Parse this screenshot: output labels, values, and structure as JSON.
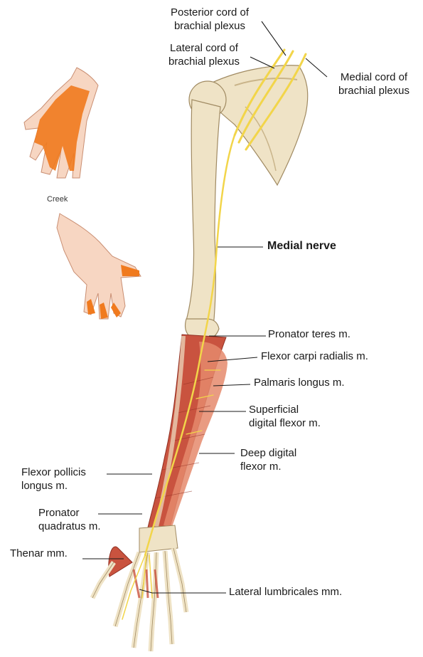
{
  "labels": {
    "posterior_cord": [
      "Posterior cord of",
      "brachial plexus"
    ],
    "lateral_cord": [
      "Lateral cord of",
      "brachial plexus"
    ],
    "medial_cord": [
      "Medial cord of",
      "brachial plexus"
    ],
    "medial_nerve": "Medial nerve",
    "pronator_teres": "Pronator teres m.",
    "flexor_carpi_radialis": "Flexor carpi radialis m.",
    "palmaris_longus": "Palmaris longus m.",
    "superficial_digital_flexor": [
      "Superficial",
      "digital flexor m."
    ],
    "deep_digital_flexor": [
      "Deep digital",
      "flexor m."
    ],
    "flexor_pollicis_longus": [
      "Flexor pollicis",
      "longus m."
    ],
    "pronator_quadratus": [
      "Pronator",
      "quadratus m."
    ],
    "thenar": "Thenar mm.",
    "lateral_lumbricales": "Lateral lumbricales mm.",
    "artist_signature": "Creek"
  },
  "colors": {
    "bone": "#efe3c6",
    "bone_shadow": "#c9b48a",
    "muscle": "#c9533f",
    "muscle_light": "#e58a6c",
    "nerve": "#f2d54a",
    "skin": "#f7d6c2",
    "innervation_orange": "#f07a1e",
    "leader": "#1a1a1a"
  }
}
